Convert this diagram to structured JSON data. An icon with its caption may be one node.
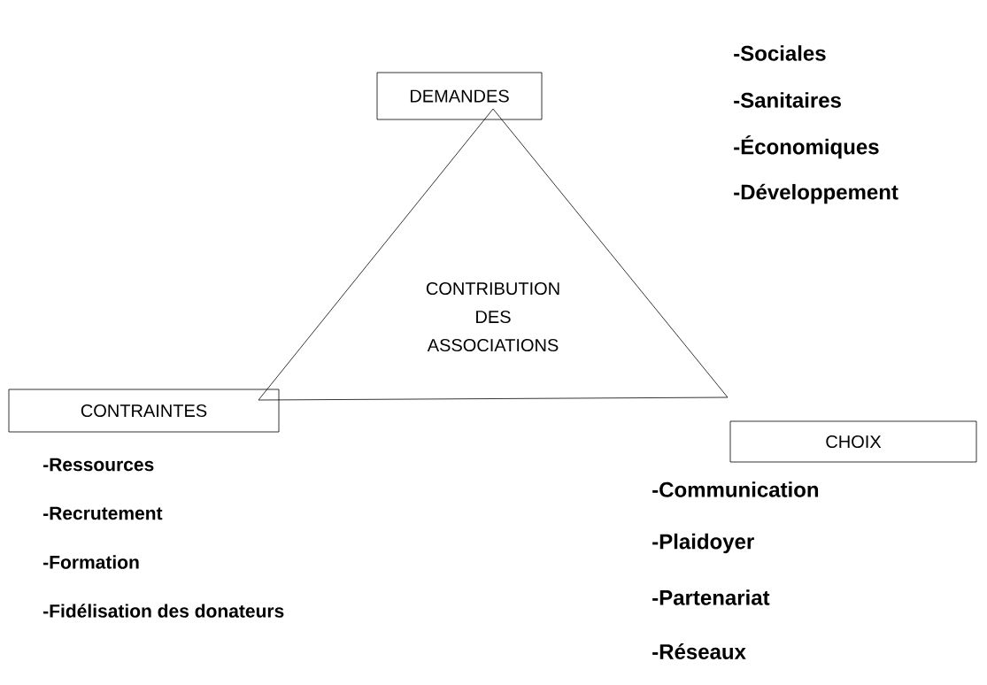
{
  "diagram": {
    "nodes": [
      {
        "text": [
          "DEMANDES"
        ]
      },
      {
        "text": [
          "CONTRIBUTION DES ASSOCIATIONS"
        ]
      },
      {
        "text": [
          "CONTRAINTES"
        ]
      },
      {
        "text": [
          "CHOIX"
        ]
      }
    ],
    "labels": [
      "-Sociales",
      "-Sanitaires",
      "-Économiques",
      "-Développement",
      "-Ressources",
      "-Recrutement",
      "-Formation",
      "-Fidélisation des donateurs",
      "-Communication",
      "-Plaidoyer",
      "-Partenariat",
      "-Réseaux"
    ]
  }
}
